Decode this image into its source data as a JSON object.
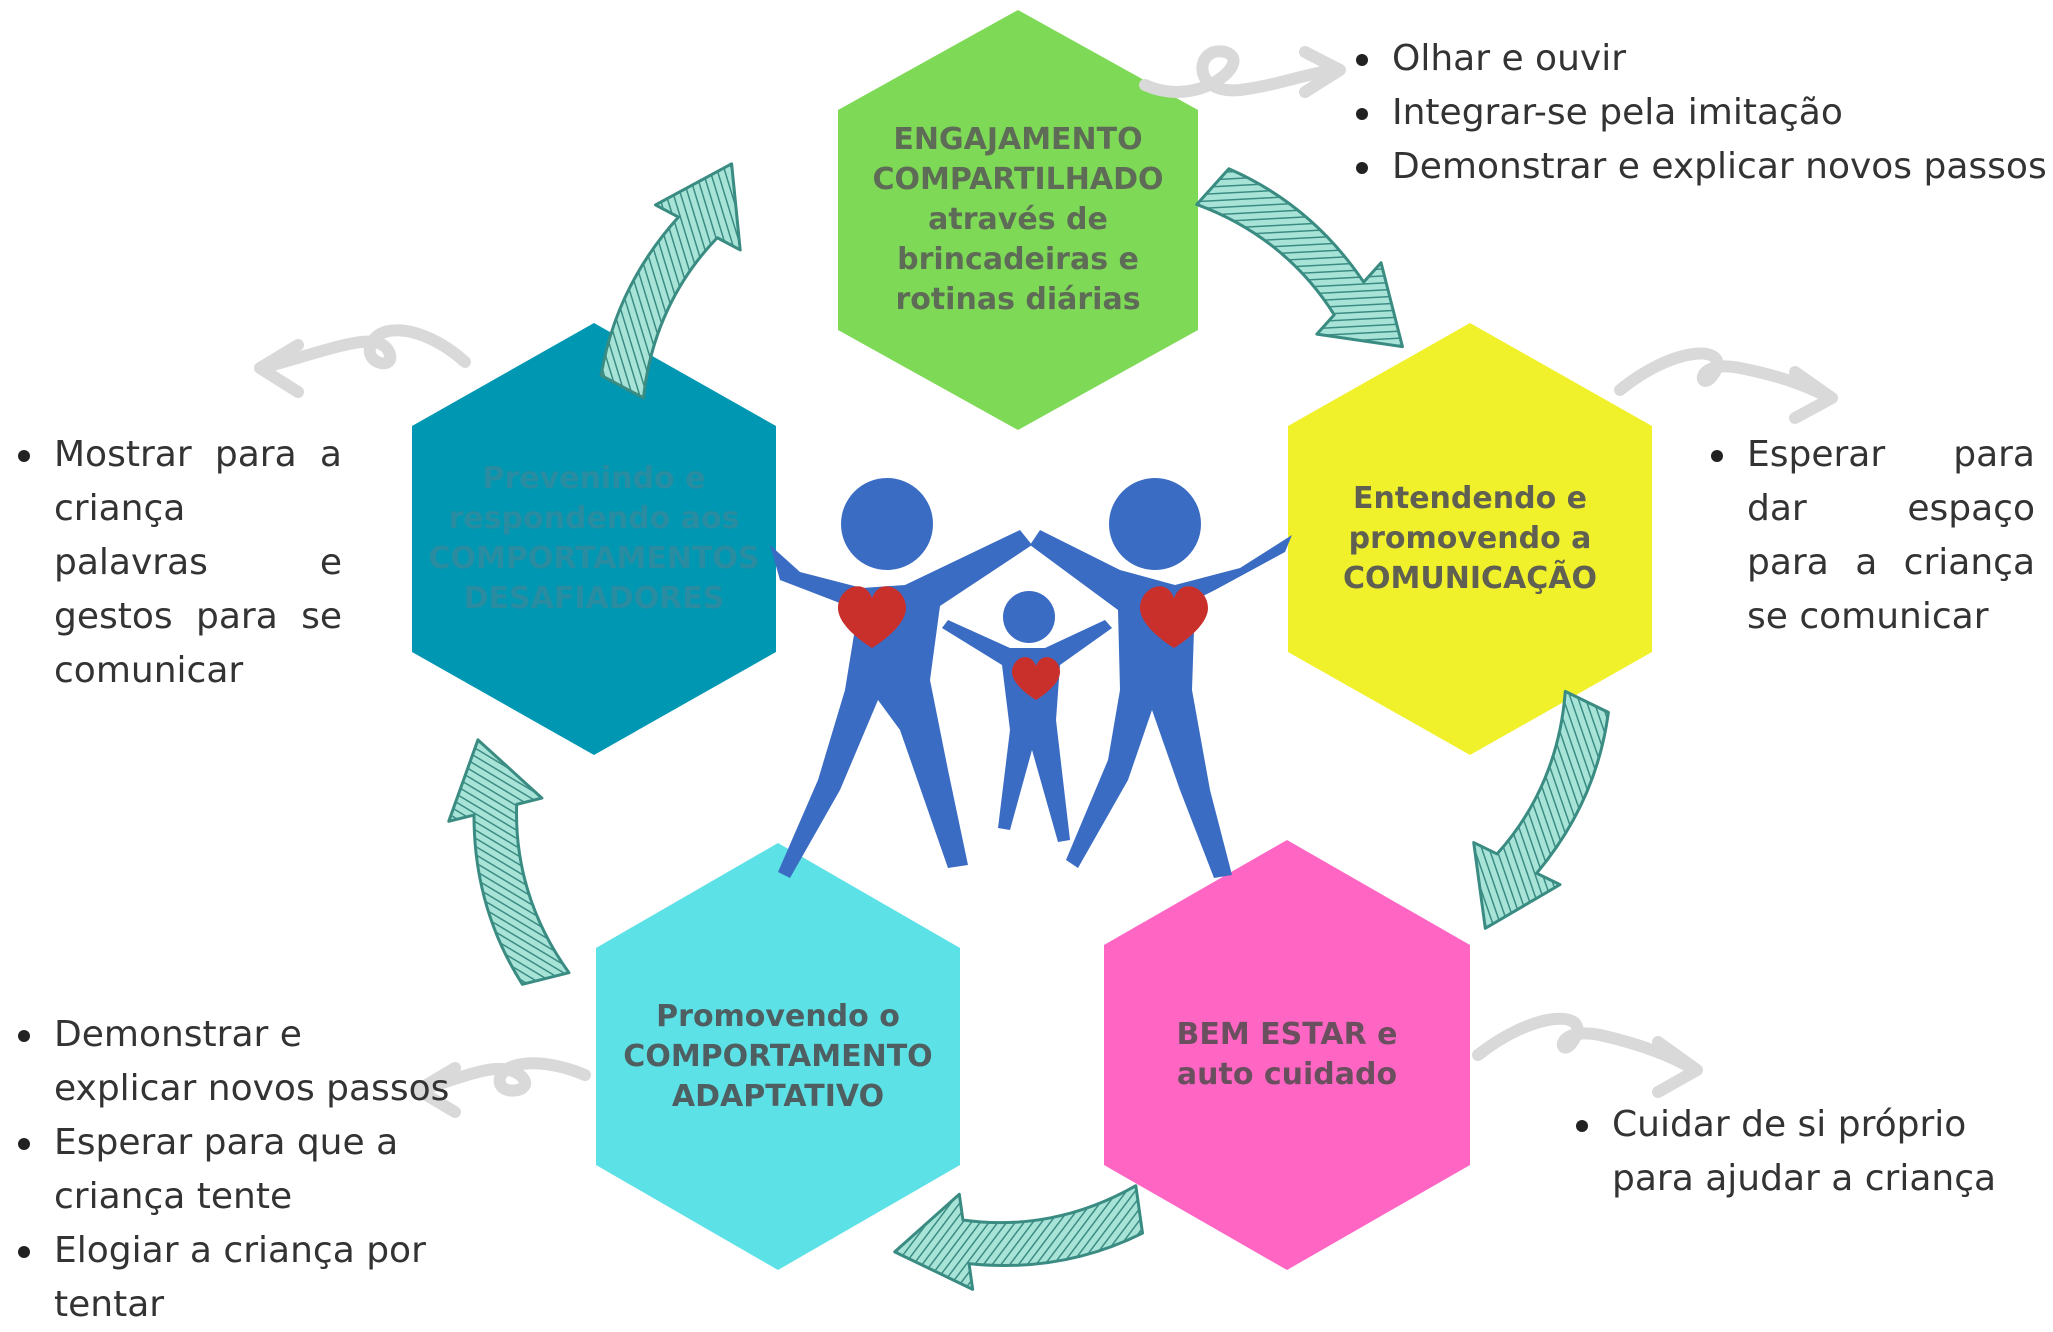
{
  "hexagons": {
    "engajamento": {
      "lines": [
        "ENGAJAMENTO",
        "COMPARTILHADO",
        "através de",
        "brincadeiras e",
        "rotinas diárias"
      ],
      "fill": "#7ED957",
      "text_color": "#5E6B57"
    },
    "comunicacao": {
      "lines": [
        "Entendendo e",
        "promovendo a",
        "COMUNICAÇÃO"
      ],
      "fill": "#F1F12B",
      "text_color": "#5F5F52"
    },
    "bem_estar": {
      "lines": [
        "BEM ESTAR e",
        "auto cuidado"
      ],
      "fill": "#FF66C4",
      "text_color": "#6A4F5E"
    },
    "adaptativo": {
      "lines": [
        "Promovendo o",
        "COMPORTAMENTO",
        "ADAPTATIVO"
      ],
      "fill": "#5CE1E6",
      "text_color": "#4F5E60"
    },
    "desafiadores": {
      "lines": [
        "Prevenindo e",
        "respondendo aos",
        "COMPORTAMENTOS",
        "DESAFIADORES"
      ],
      "fill": "#0097B2",
      "text_color": "#2A8CA0"
    }
  },
  "bullets": {
    "top_right": [
      "Olhar e ouvir",
      "Integrar-se pela imitação",
      "Demonstrar e explicar novos passos"
    ],
    "right": [
      "Esperar para dar espaço para a criança se comunicar"
    ],
    "bottom_right": [
      "Cuidar de si próprio para ajudar a criança"
    ],
    "bottom_left": [
      "Demonstrar e explicar novos passos",
      "Esperar para que a criança tente",
      "Elogiar a criança por tentar"
    ],
    "left": [
      "Mostrar para a criança palavras e gestos para se comunicar"
    ]
  },
  "icons": {
    "center": "family-hearts-icon",
    "cycle_arrows": "teal-curved-arrow-icon",
    "swirl_arrows": "gray-swirl-arrow-icon"
  },
  "colors": {
    "family_figure": "#3B6CC3",
    "heart": "#C9302C",
    "cycle_arrow": "#A8E3D8",
    "cycle_arrow_edge": "#3A8C83",
    "swirl": "#D9D9D9"
  }
}
